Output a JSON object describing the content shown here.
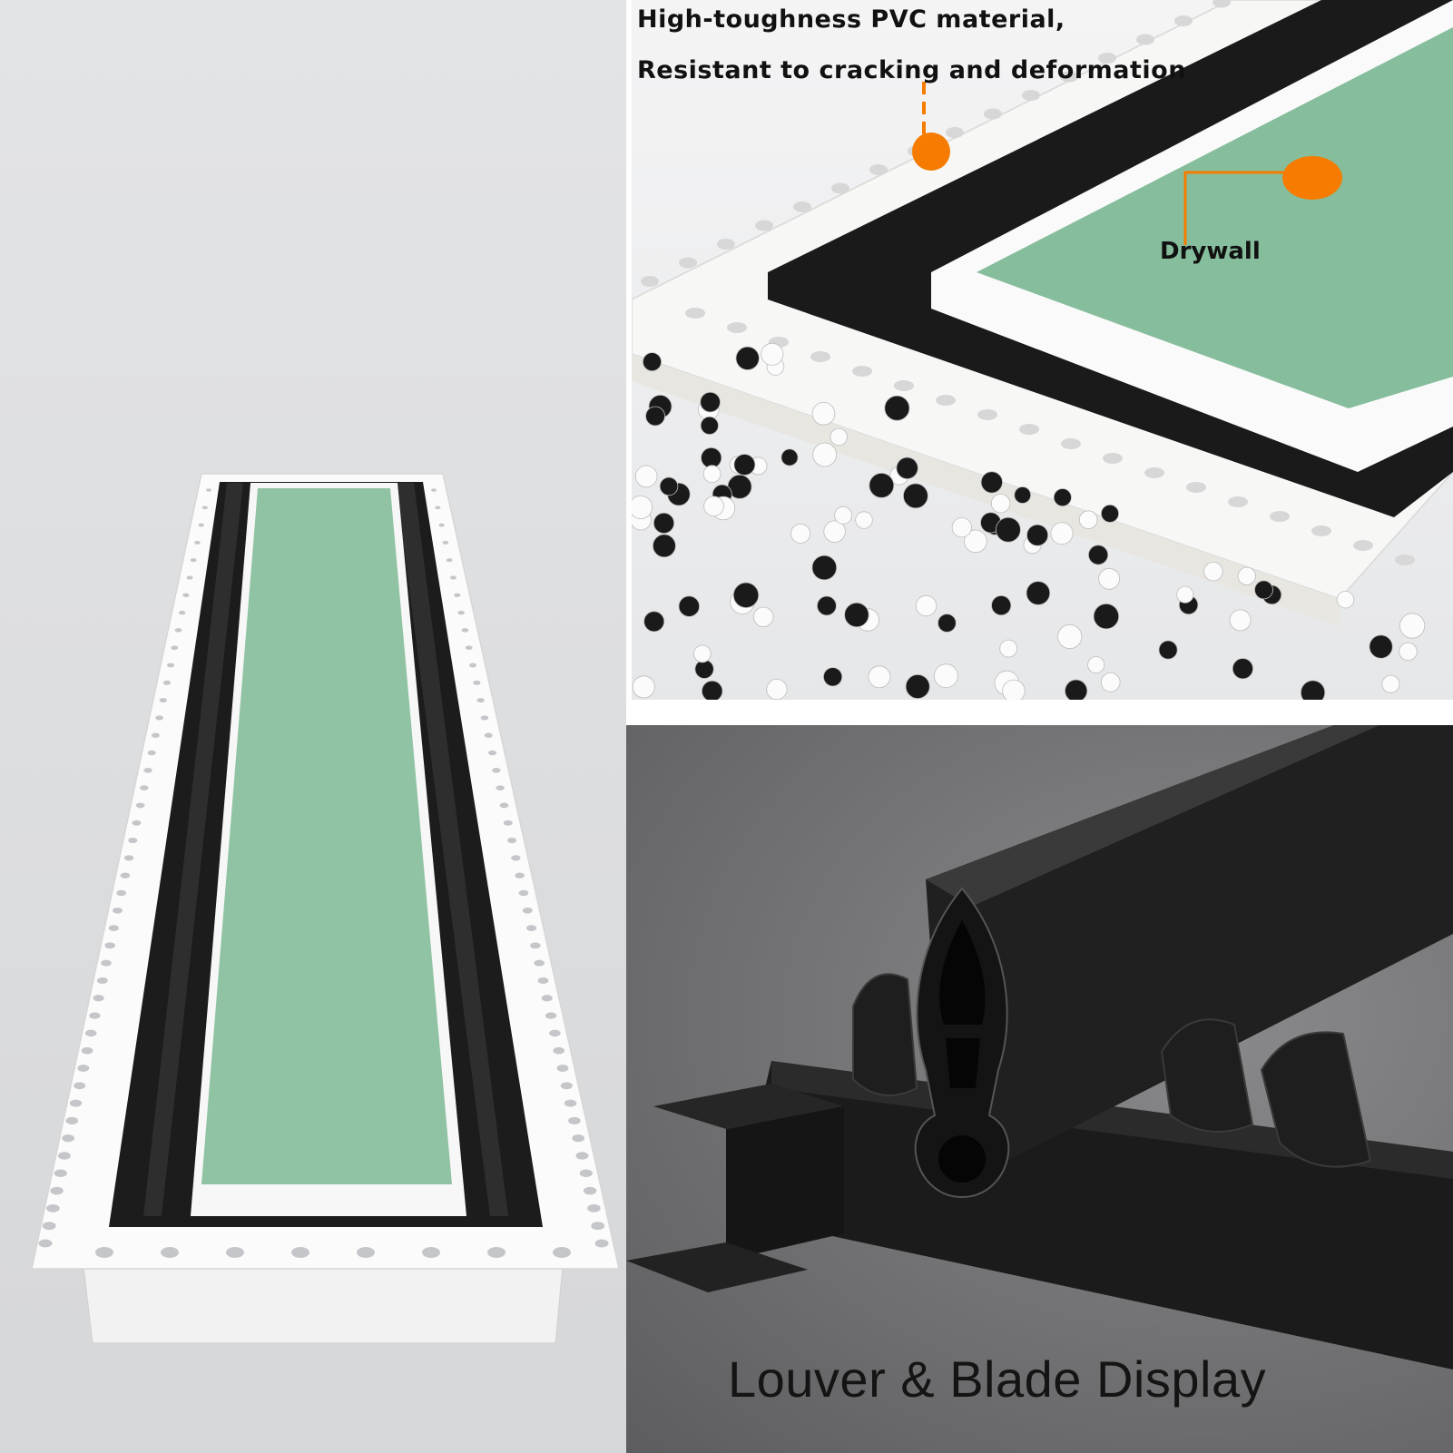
{
  "top_right": {
    "caption_line_1": "High-toughness PVC material,",
    "caption_line_2": "Resistant to cracking and deformation",
    "drywall_label": "Drywall",
    "accent_color": "#f57c00",
    "board_color": "#86bd9c"
  },
  "bottom_right": {
    "caption": "Louver & Blade Display",
    "profile_color": "#141414"
  },
  "left": {
    "frame_color": "#fbfbfb",
    "board_color": "#90c3a3",
    "rail_color": "#151515"
  }
}
